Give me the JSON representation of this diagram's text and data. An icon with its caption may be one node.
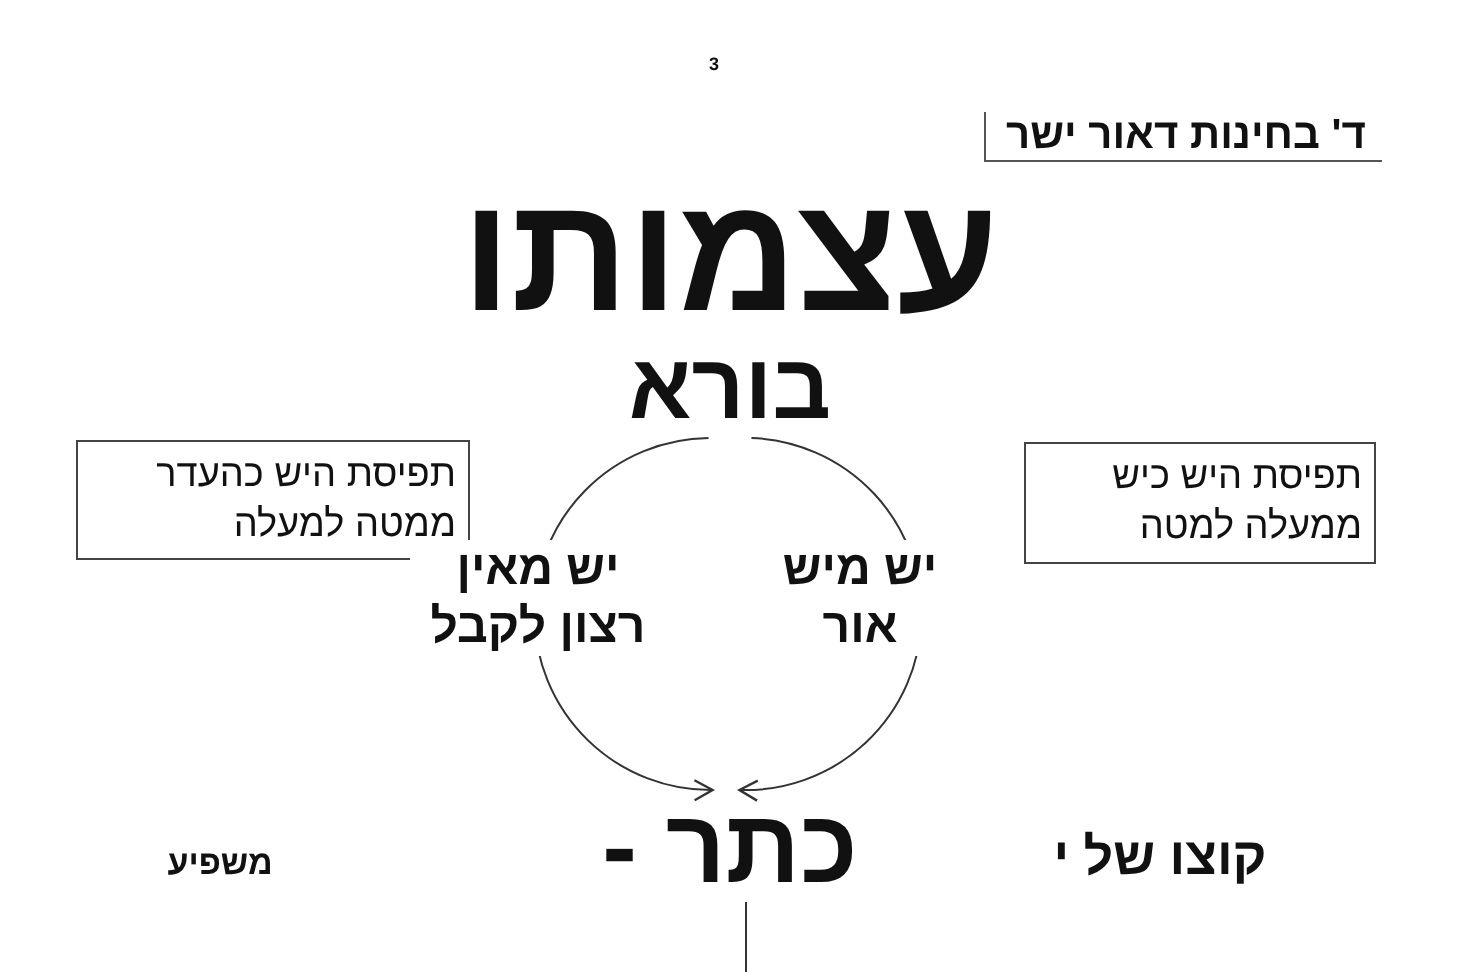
{
  "diagram": {
    "title": "ד' בחינות דאור ישר",
    "nodes": [
      {
        "text": [
          "תפיסת היש כהעדר ממטה למעלה"
        ]
      },
      {
        "text": [
          "תפיסת היש כיש ממעלה למטה"
        ]
      },
      {
        "text": [
          "בורא"
        ]
      },
      {
        "text": [
          "כתר -"
        ]
      }
    ],
    "edges": [
      {
        "from": 2,
        "to": 3,
        "arrow": "to",
        "label": "יש מאין רצון לקבל"
      },
      {
        "from": 2,
        "to": 3,
        "arrow": "to",
        "label": "יש מיש אור"
      },
      {
        "from": 3,
        "to": null,
        "arrow": "none"
      }
    ],
    "labels": [
      "3",
      "עצמותו",
      "משפיע",
      "קוצו של י"
    ]
  }
}
